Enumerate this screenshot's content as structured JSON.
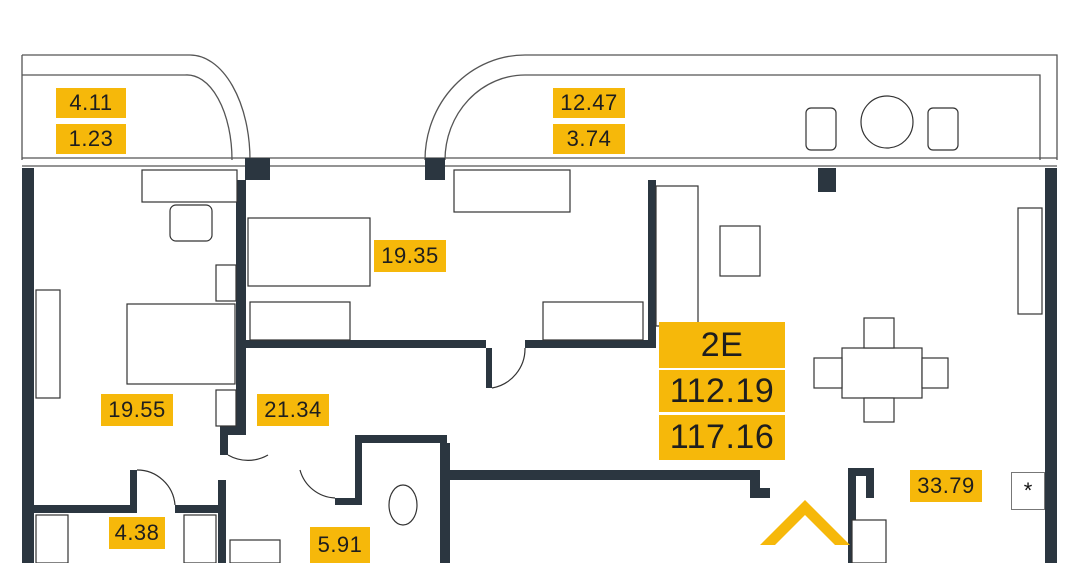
{
  "apartment": {
    "type": "2E",
    "living_area": "112.19",
    "total_area": "117.16"
  },
  "rooms": {
    "balcony_left_area": "4.11",
    "balcony_left_reduced": "1.23",
    "balcony_right_area": "12.47",
    "balcony_right_reduced": "3.74",
    "bedroom_2": "19.35",
    "bedroom_1": "19.55",
    "hall": "21.34",
    "living_kitchen": "33.79",
    "wardrobe": "4.38",
    "bathroom": "5.91"
  },
  "markers": {
    "fridge_symbol": "*"
  },
  "colors": {
    "accent": "#f6b80a",
    "wall": "#2b3640"
  }
}
